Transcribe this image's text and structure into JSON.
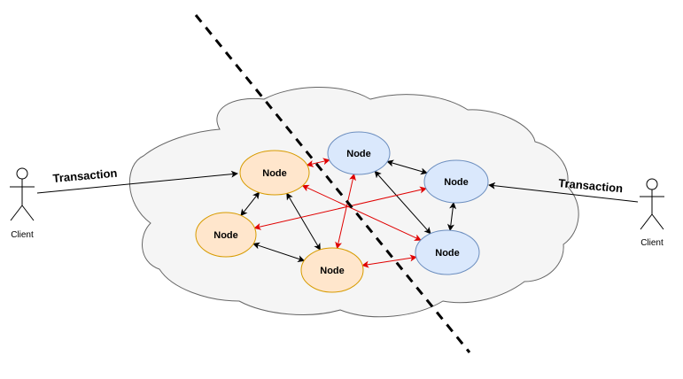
{
  "nodes": [
    {
      "id": "n1",
      "label": "Node",
      "group": "orange"
    },
    {
      "id": "n2",
      "label": "Node",
      "group": "orange"
    },
    {
      "id": "n3",
      "label": "Node",
      "group": "orange"
    },
    {
      "id": "n4",
      "label": "Node",
      "group": "blue"
    },
    {
      "id": "n5",
      "label": "Node",
      "group": "blue"
    },
    {
      "id": "n6",
      "label": "Node",
      "group": "blue"
    }
  ],
  "clients": [
    {
      "id": "client-left",
      "label": "Client"
    },
    {
      "id": "client-right",
      "label": "Client"
    }
  ],
  "transactions": [
    {
      "id": "tx-left",
      "label": "Transaction"
    },
    {
      "id": "tx-right",
      "label": "Transaction"
    }
  ],
  "connections_black": [
    [
      "n1",
      "n2"
    ],
    [
      "n2",
      "n3"
    ],
    [
      "n1",
      "n3"
    ],
    [
      "n4",
      "n5"
    ],
    [
      "n5",
      "n6"
    ],
    [
      "n4",
      "n6"
    ]
  ],
  "connections_red": [
    [
      "n1",
      "n4"
    ],
    [
      "n1",
      "n6"
    ],
    [
      "n2",
      "n5"
    ],
    [
      "n3",
      "n4"
    ],
    [
      "n3",
      "n6"
    ]
  ],
  "colors": {
    "orange_fill": "#ffe6cc",
    "orange_stroke": "#d79b00",
    "blue_fill": "#dae8fc",
    "blue_stroke": "#6c8ebf",
    "cloud_fill": "#f5f5f5",
    "cloud_stroke": "#666666",
    "red_link": "#e00000",
    "black_link": "#000000"
  }
}
